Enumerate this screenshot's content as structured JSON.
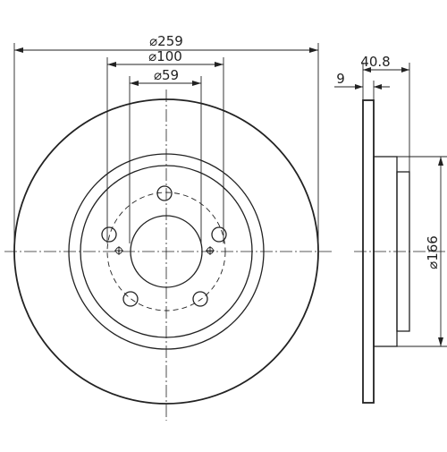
{
  "dimensions": {
    "outer_diameter": "⌀259",
    "bolt_circle_diameter": "⌀100",
    "center_bore_diameter": "⌀59",
    "total_height": "40.8",
    "disc_thickness": "9",
    "hat_diameter": "⌀166"
  },
  "colors": {
    "line": "#222222",
    "background": "#ffffff"
  }
}
